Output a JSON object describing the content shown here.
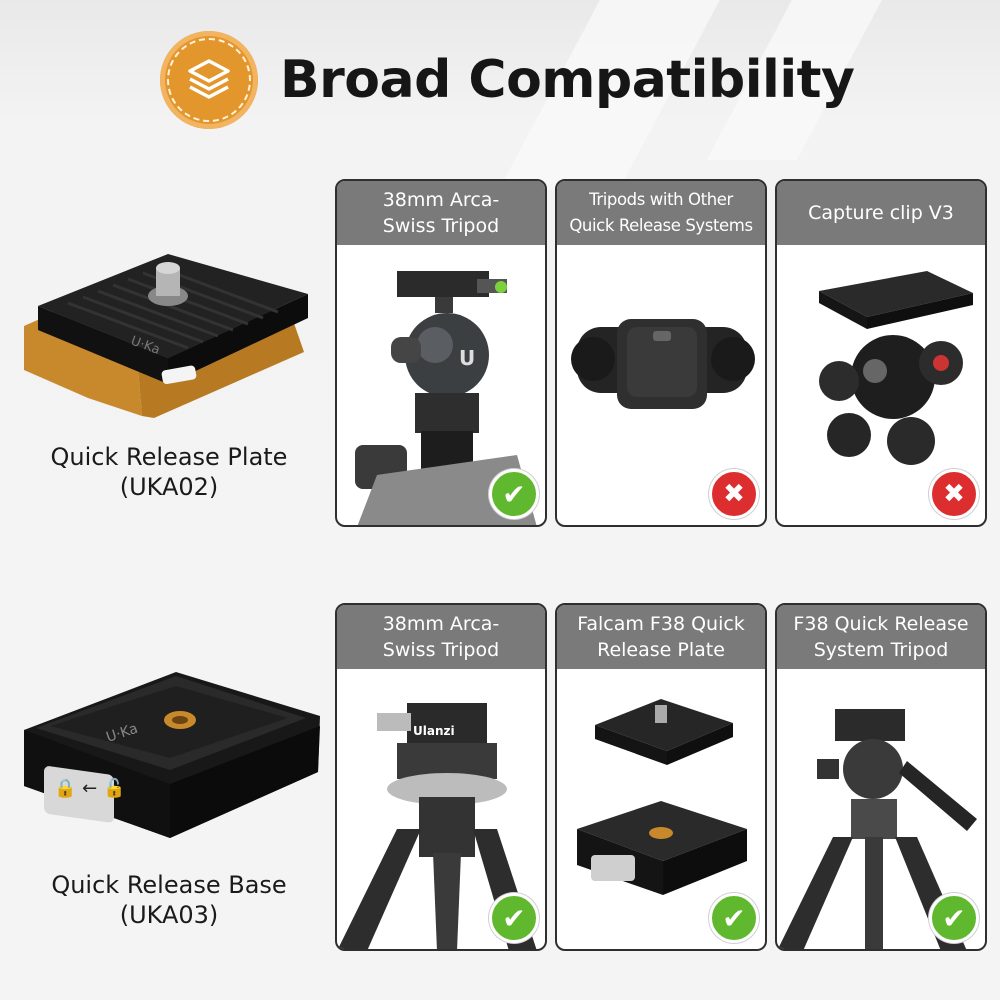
{
  "header": {
    "title": "Broad Compatibility",
    "icon": "layers-icon",
    "accent": "#e3962c"
  },
  "products": [
    {
      "name": "Quick Release Plate",
      "code": "(UKA02)",
      "brand": "U·Ka"
    },
    {
      "name": "Quick Release Base",
      "code": "(UKA03)",
      "brand": "U·Ka"
    }
  ],
  "row1": [
    {
      "line1": "38mm Arca-",
      "line2": "Swiss Tripod",
      "status": "compatible",
      "symbol": "✔"
    },
    {
      "line1": "Tripods with Other",
      "line2": "Quick Release Systems",
      "status": "incompatible",
      "symbol": "✖"
    },
    {
      "line1": "Capture clip V3",
      "line2": "",
      "status": "incompatible",
      "symbol": "✖"
    }
  ],
  "row2": [
    {
      "line1": "38mm Arca-",
      "line2": "Swiss Tripod",
      "status": "compatible",
      "symbol": "✔"
    },
    {
      "line1": "Falcam F38 Quick",
      "line2": "Release Plate",
      "status": "compatible",
      "symbol": "✔"
    },
    {
      "line1": "F38 Quick Release",
      "line2": "System Tripod",
      "status": "compatible",
      "symbol": "✔"
    }
  ],
  "logos": {
    "ulanzi": "Ulanzi"
  },
  "colors": {
    "header_bar": "#7a7a7a",
    "ok": "#5fb82e",
    "no": "#dc2e2e",
    "plate": "#1c1c1e",
    "accent_strip": "#c8892d"
  }
}
